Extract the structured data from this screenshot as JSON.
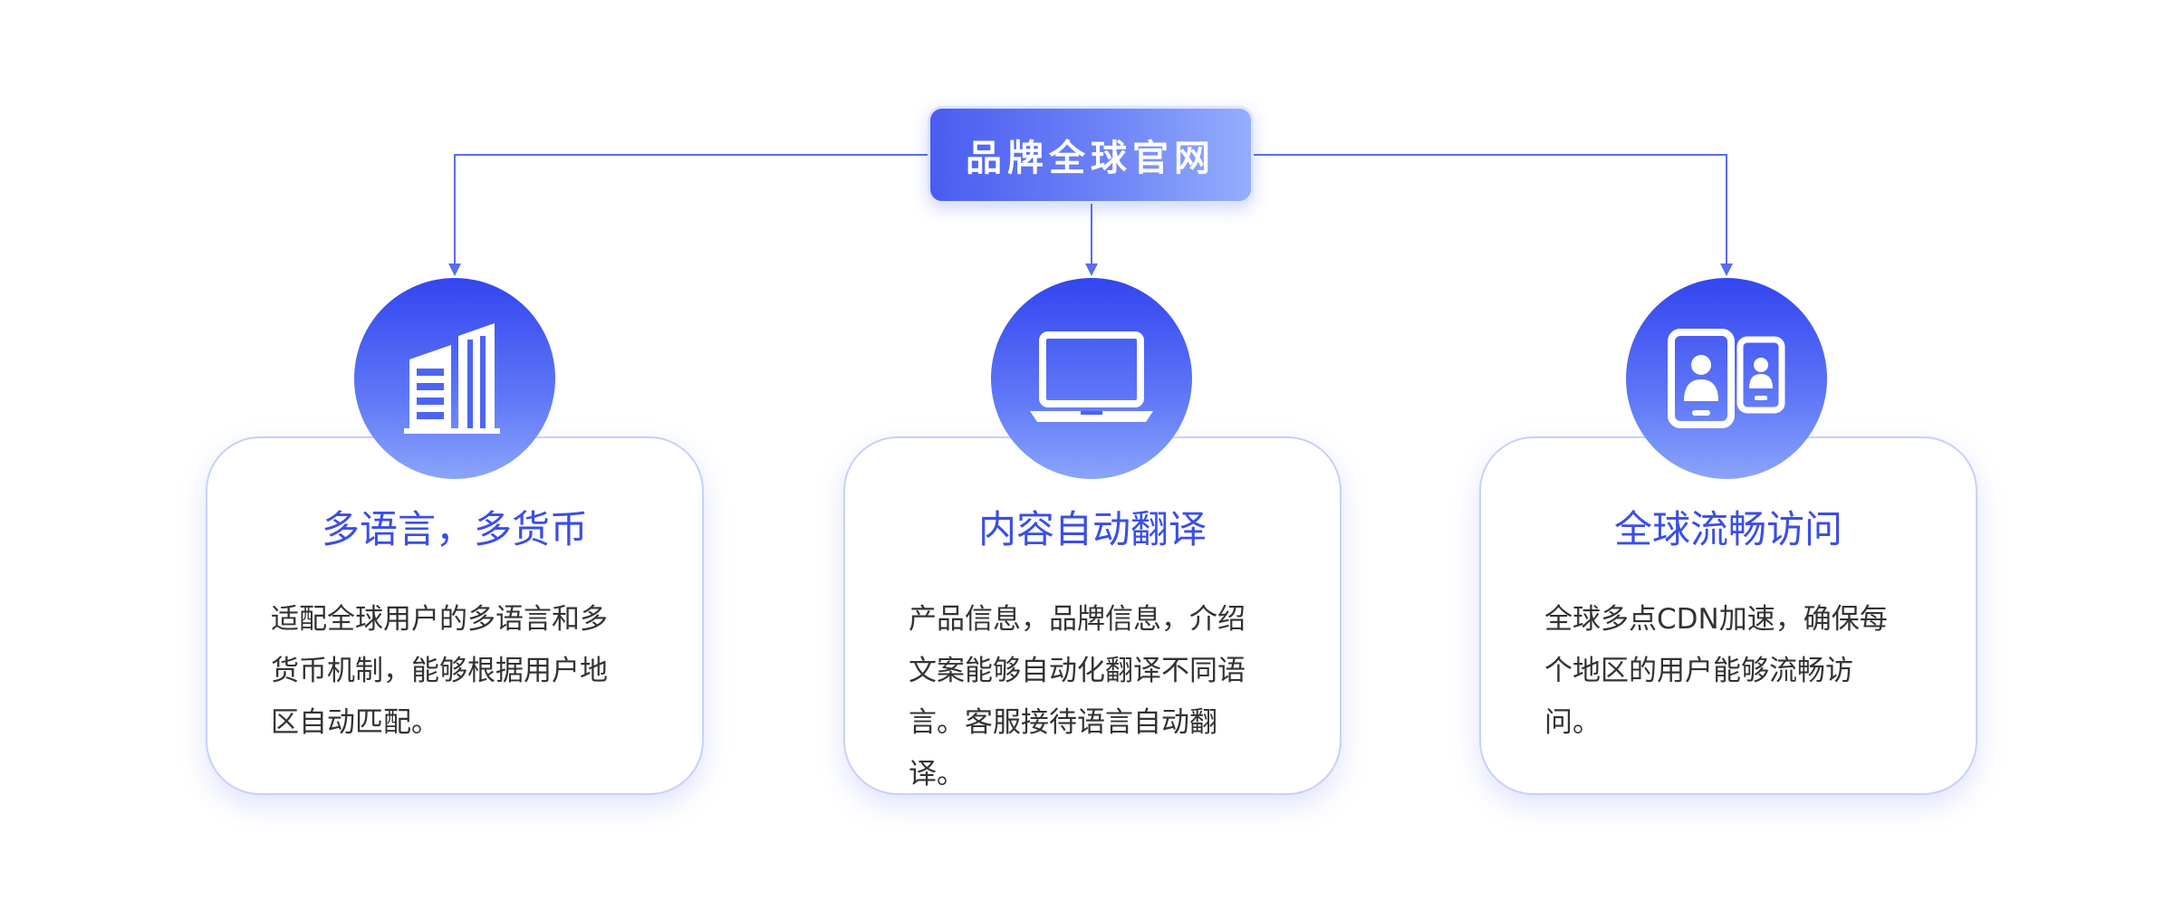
{
  "root": {
    "label": "品牌全球官网"
  },
  "cards": [
    {
      "icon": "building-icon",
      "title": "多语言，多货币",
      "desc": "适配全球用户的多语言和多货币机制，能够根据用户地区自动匹配。"
    },
    {
      "icon": "laptop-icon",
      "title": "内容自动翻译",
      "desc": "产品信息，品牌信息，介绍文案能够自动化翻译不同语言。客服接待语言自动翻译。"
    },
    {
      "icon": "mobile-devices-icon",
      "title": "全球流畅访问",
      "desc": "全球多点CDN加速，确保每个地区的用户能够流畅访问。"
    }
  ],
  "colors": {
    "accent": "#3a4ee8",
    "connector": "#5a6cf0",
    "card_border": "#c7d0fb"
  }
}
